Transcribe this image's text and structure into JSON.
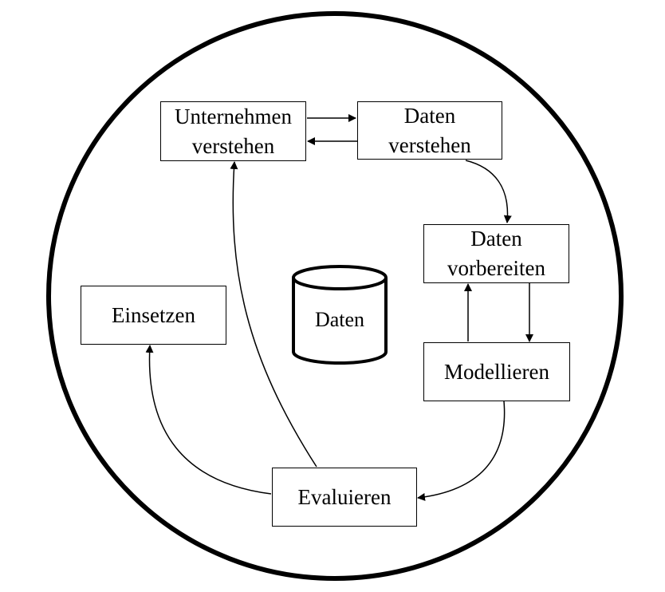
{
  "nodes": {
    "business_understanding": "Unternehmen\nverstehen",
    "data_understanding": "Daten\nverstehen",
    "data_preparation": "Daten\nvorbereiten",
    "modeling": "Modellieren",
    "evaluation": "Evaluieren",
    "deployment": "Einsetzen"
  },
  "database_label": "Daten",
  "colors": {
    "stroke": "#000000",
    "background": "#ffffff"
  }
}
